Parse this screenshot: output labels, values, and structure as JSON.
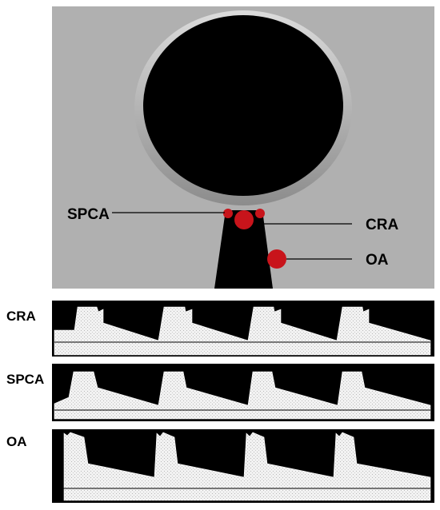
{
  "labels": {
    "spca": "SPCA",
    "cra": "CRA",
    "oa": "OA"
  },
  "waveform_rows": [
    {
      "label": "CRA"
    },
    {
      "label": "SPCA"
    },
    {
      "label": "OA"
    }
  ],
  "colors": {
    "background_panel": "#b0b0b0",
    "vessel_red": "#c8141b",
    "eyeball": "#000000",
    "sclera_ring": "#c8c8c8",
    "waveform_fill": "#ececec",
    "waveform_bg": "#000000"
  }
}
